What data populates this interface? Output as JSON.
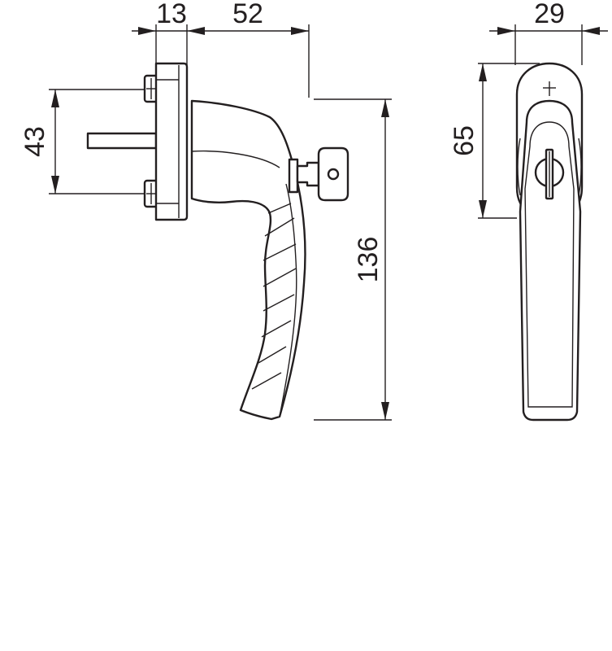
{
  "dimensions": {
    "base_thickness": "13",
    "projection": "52",
    "screw_spacing": "43",
    "total_length": "136",
    "front_width": "29",
    "rosette_height": "65"
  },
  "colors": {
    "line": "#231f20",
    "background": "#ffffff"
  }
}
